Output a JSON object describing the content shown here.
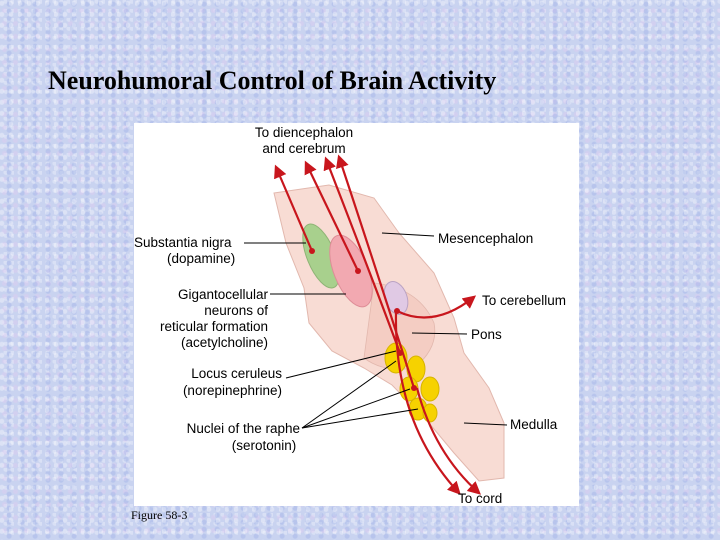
{
  "title": "Neurohumoral Control of Brain Activity",
  "caption": "Figure 58-3",
  "colors": {
    "background": "#c9d3f0",
    "pathway": "#c8161d",
    "brainstem": "#f8dcd4",
    "substantia_nigra": "#a8d08d",
    "gigantocellular": "#f2a9b1",
    "locus_ceruleus": "#e0c9e4",
    "raphe": "#f6d200"
  },
  "diagram": {
    "top_label_1": "To diencephalon",
    "top_label_2": "and cerebrum",
    "substantia_nigra_1": "Substantia nigra",
    "substantia_nigra_2": "(dopamine)",
    "gigantocellular_1": "Gigantocellular",
    "gigantocellular_2": "neurons of",
    "gigantocellular_3": "reticular formation",
    "gigantocellular_4": "(acetylcholine)",
    "locus_1": "Locus ceruleus",
    "locus_2": "(norepinephrine)",
    "raphe_1": "Nuclei of the raphe",
    "raphe_2": "(serotonin)",
    "mesencephalon": "Mesencephalon",
    "cerebellum": "To cerebellum",
    "pons": "Pons",
    "medulla": "Medulla",
    "cord": "To cord"
  }
}
